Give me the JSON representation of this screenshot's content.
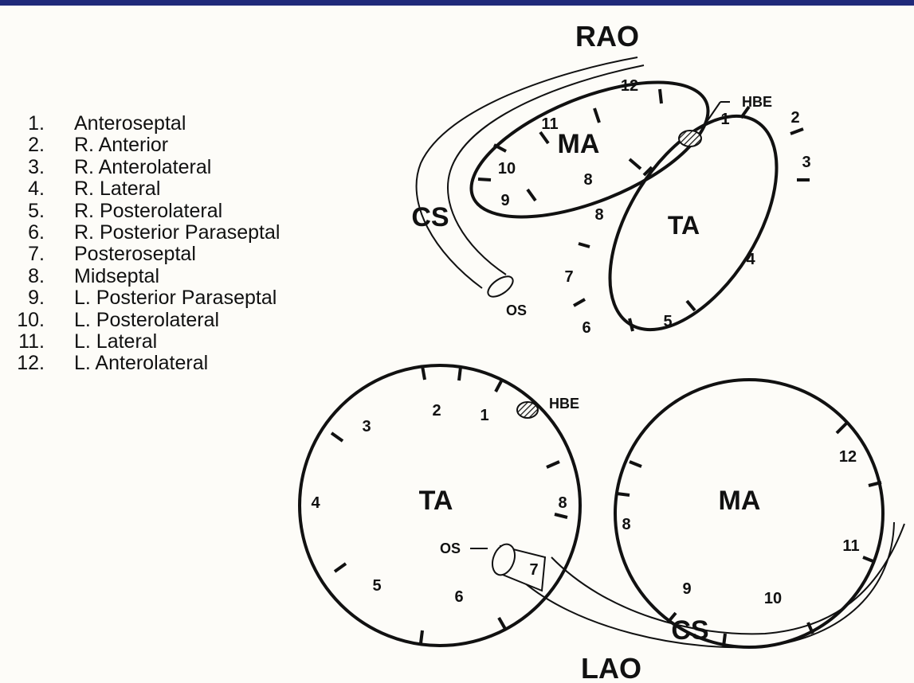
{
  "legend": [
    {
      "num": "1.",
      "label": "Anteroseptal"
    },
    {
      "num": "2.",
      "label": "R. Anterior"
    },
    {
      "num": "3.",
      "label": "R. Anterolateral"
    },
    {
      "num": "4.",
      "label": "R. Lateral"
    },
    {
      "num": "5.",
      "label": "R. Posterolateral"
    },
    {
      "num": "6.",
      "label": "R. Posterior Paraseptal"
    },
    {
      "num": "7.",
      "label": "Posteroseptal"
    },
    {
      "num": "8.",
      "label": "Midseptal"
    },
    {
      "num": "9.",
      "label": "L. Posterior Paraseptal"
    },
    {
      "num": "10.",
      "label": "L. Posterolateral"
    },
    {
      "num": "11.",
      "label": "L. Lateral"
    },
    {
      "num": "12.",
      "label": "L. Anterolateral"
    }
  ],
  "rao": {
    "title": "RAO",
    "ma_label": "MA",
    "ta_label": "TA",
    "cs_label": "CS",
    "os_label": "OS",
    "hbe_label": "HBE",
    "ma_numbers": [
      "12",
      "11",
      "10",
      "9",
      "8"
    ],
    "ta_numbers": [
      "1",
      "2",
      "3",
      "4",
      "5",
      "6",
      "7",
      "8"
    ]
  },
  "lao": {
    "title": "LAO",
    "ta_label": "TA",
    "ma_label": "MA",
    "cs_label": "CS",
    "os_label": "OS",
    "hbe_label": "HBE",
    "ta_numbers": [
      "1",
      "2",
      "3",
      "4",
      "5",
      "6",
      "7",
      "8"
    ],
    "ma_numbers": [
      "12",
      "11",
      "10",
      "9",
      "8"
    ]
  },
  "colors": {
    "topbar": "#202a7a",
    "ink": "#111111",
    "background": "#fdfcf8"
  }
}
